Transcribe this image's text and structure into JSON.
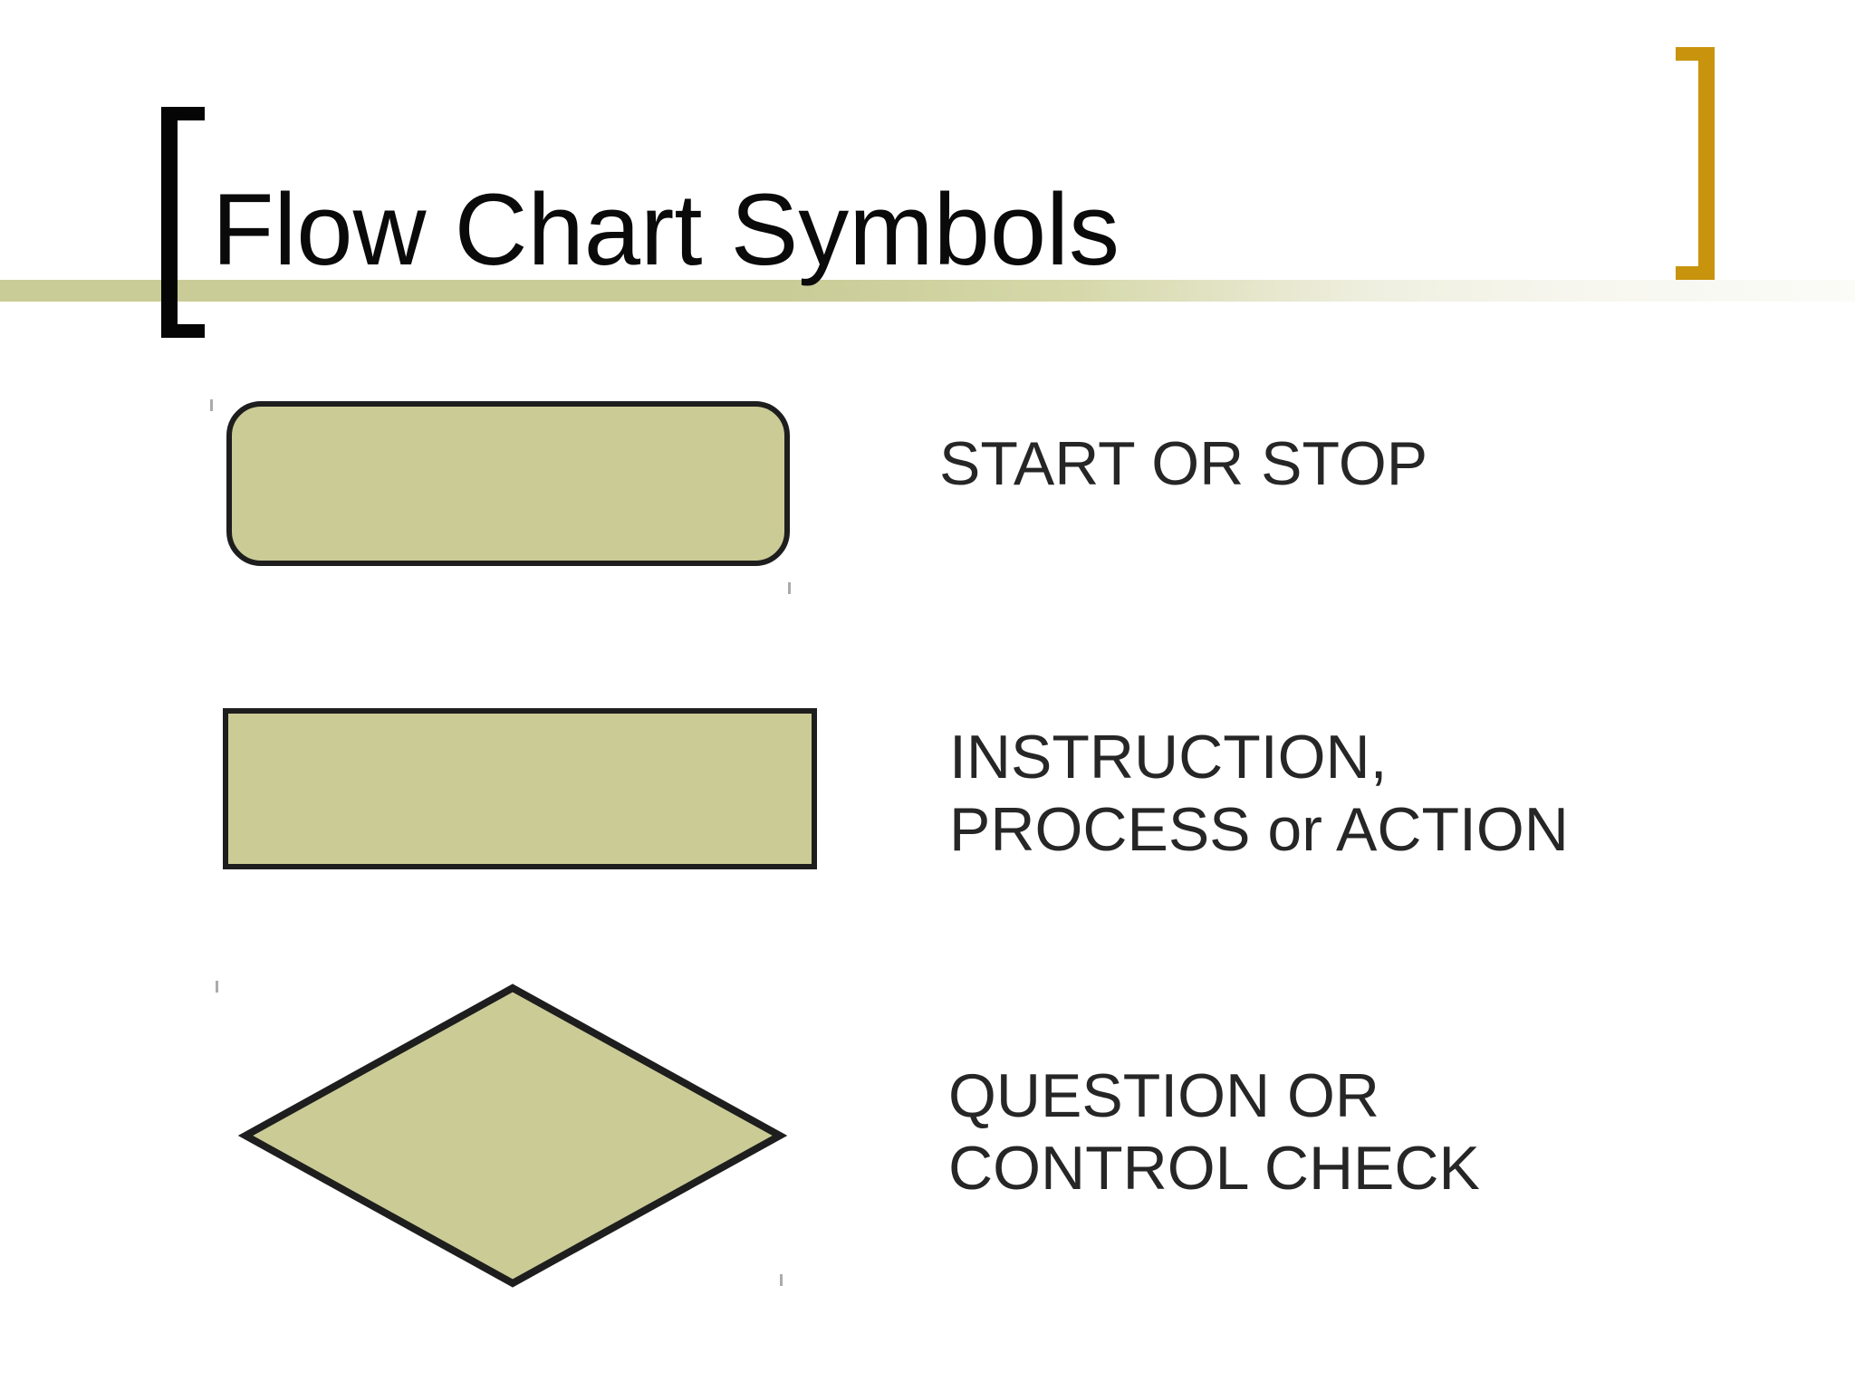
{
  "slide": {
    "title": "Flow Chart Symbols"
  },
  "rows": [
    {
      "shape": "terminator-rounded-rectangle",
      "lines": [
        "START OR STOP"
      ]
    },
    {
      "shape": "process-rectangle",
      "lines": [
        "INSTRUCTION,",
        "PROCESS or ACTION"
      ]
    },
    {
      "shape": "decision-diamond",
      "lines": [
        "QUESTION OR",
        "CONTROL CHECK"
      ]
    }
  ],
  "colors": {
    "background": "#FFFFFF",
    "shape_fill": "#CBCB96",
    "shape_border": "#1E1E1E",
    "band": "#C9CC96",
    "gold": "#C8940D",
    "black_bracket": "#050505",
    "title_text": "#0A0A0A",
    "label_text": "#262626"
  }
}
